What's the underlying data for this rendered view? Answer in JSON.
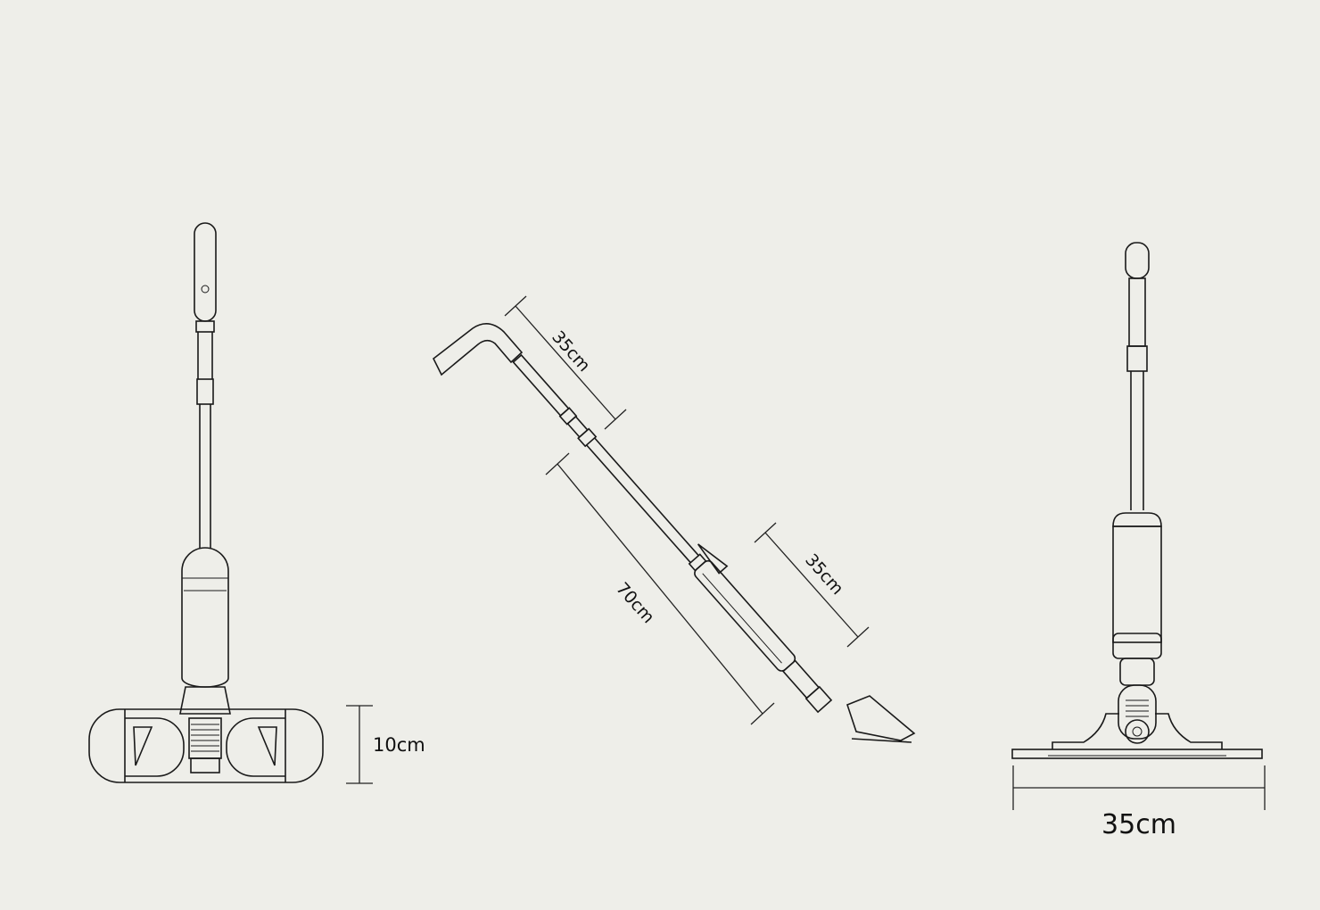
{
  "colors": {
    "background": "#eeeee9",
    "line": "#1a1a1a"
  },
  "views": {
    "front": {
      "dimension_label": "10cm"
    },
    "side": {
      "handle_label": "35cm",
      "pole_label": "70cm",
      "body_label": "35cm"
    },
    "rear": {
      "dimension_label": "35cm"
    }
  }
}
